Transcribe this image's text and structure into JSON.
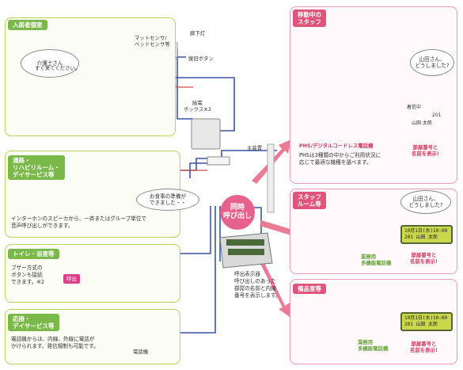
{
  "resident_room": {
    "title": "入居者個室",
    "speech": [
      "介護士さん",
      "すぐ来てください。"
    ],
    "labels": {
      "mat_sensor": "マットセンサ/\nベッドセンサ等",
      "hall_light": "廊下灯",
      "reset_button": "復旧ボタン"
    }
  },
  "power_box": {
    "label": "給電\nボックス※3"
  },
  "main_unit": {
    "label": "主装置"
  },
  "corridor": {
    "title": "通路・\nリハビリルーム・\nデイサービス等",
    "speech": "お食事の準備が\nできました・・",
    "description": "インターホンのスピーカから、一斉またはグループ単位で\n音声呼び出しができます。"
  },
  "toilet": {
    "title": "トイレ・浴室等",
    "description": "ブザー方式の\nボタンも接続\nできます。※2",
    "button_label": "呼出"
  },
  "reception": {
    "title": "応接・\nデイサービス等",
    "description": "電話機からは、内線、外線に電話が\nかけられます。発信規制も可能です。",
    "phone_label": "電話機"
  },
  "center": {
    "simultaneous": [
      "同時",
      "呼び出し"
    ],
    "display_description": "呼出表示器\n呼び出しのあった\n部屋の名前と内線\n番号を表示します。"
  },
  "mobile_staff": {
    "title": "移動中の\nスタッフ",
    "speech": "山田さん、\nどうしました?",
    "device_title": "PHS/デジタルコードレス電話機",
    "device_desc": "PHSは3種類の中からご利用状況に\n応じて最適な機種を選べます。",
    "phone_screen": {
      "header": "着信中",
      "room": "201",
      "name": "山田 太郎"
    },
    "display_note": "部屋番号と\n名前を表示!"
  },
  "staff_room": {
    "title": "スタッフ\nルーム等",
    "speech": "山田さん、\nどうしました?",
    "device_label": "業務用\n多機能電話機",
    "lcd": "10月1日(水)10:00\n201 山田 太郎",
    "display_note": "部屋番号と\n名前を表示!"
  },
  "storage": {
    "title": "備品室等",
    "device_label": "業務用\n多機能電話機",
    "lcd": "10月1日(水)10:00\n201 山田 太郎",
    "display_note": "部屋番号と\n名前を表示!"
  },
  "colors": {
    "green": "#7ab84a",
    "pink": "#e0537a",
    "arrow": "#e8748f",
    "line": "#3355aa"
  }
}
